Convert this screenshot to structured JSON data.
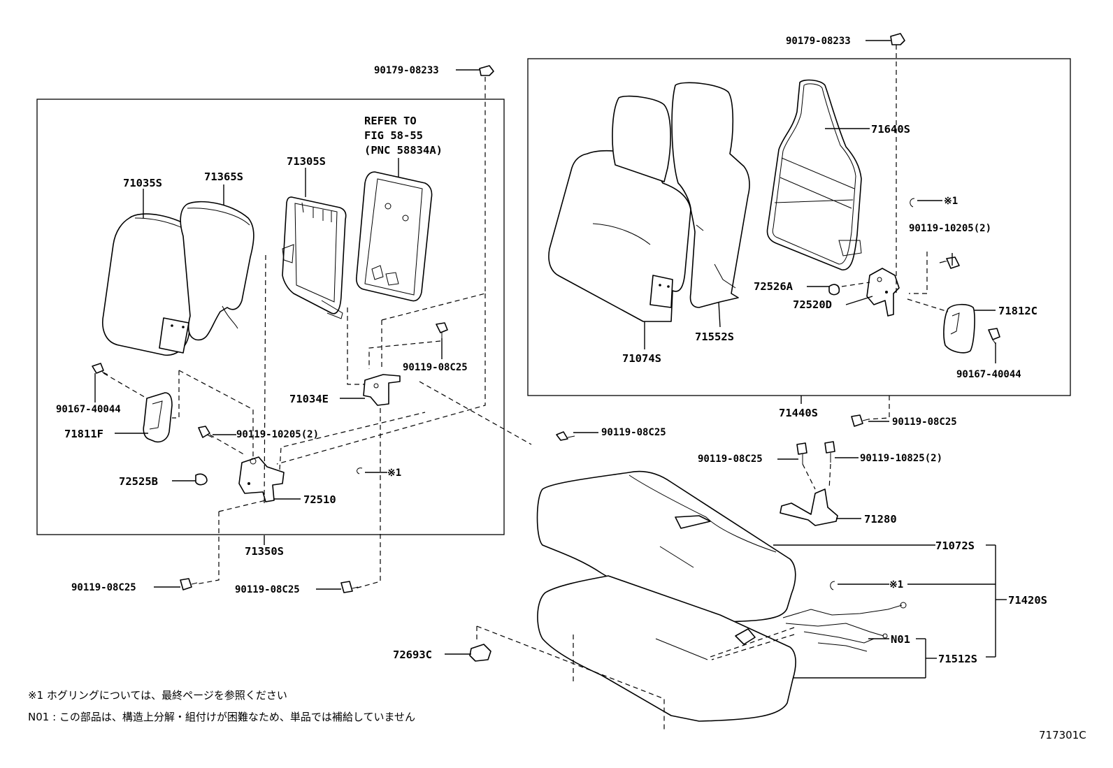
{
  "labels": {
    "p71035s": "71035S",
    "p71365s": "71365S",
    "p71305s": "71305S",
    "refer1": "REFER TO",
    "refer2": "FIG 58-55",
    "refer3": "(PNC 58834A)",
    "p90179_top_left": "90179-08233",
    "p90179_top_right": "90179-08233",
    "p71640s": "71640S",
    "ring_r": "※1",
    "p90119_10205_r": "90119-10205(2)",
    "p72526a": "72526A",
    "p72520d": "72520D",
    "p71812c": "71812C",
    "p90167_r": "90167-40044",
    "p71074s": "71074S",
    "p71552s": "71552S",
    "p71440s": "71440S",
    "p90119_08c25_r": "90119-08C25",
    "p90119_08c25_mid": "90119-08C25",
    "p90119_08c25_bracket": "90119-08C25",
    "p90119_10825": "90119-10825(2)",
    "p71280": "71280",
    "p71072s": "71072S",
    "ring_c": "※1",
    "p71420s": "71420S",
    "pN01": "N01",
    "p71512s": "71512S",
    "p72693c": "72693C",
    "p90167_l": "90167-40044",
    "p71811f": "71811F",
    "p90119_10205_l": "90119-10205(2)",
    "p72525b": "72525B",
    "p72510": "72510",
    "ring_l": "※1",
    "p71034e": "71034E",
    "p90119_08c25_upper": "90119-08C25",
    "p71350s": "71350S",
    "p90119_08c25_bl": "90119-08C25",
    "p90119_08c25_bc": "90119-08C25"
  },
  "notes": {
    "note1": "※1  ホグリングについては、最終ページを参照ください",
    "note2": "N01 : この部品は、構造上分解・組付けが困難なため、単品では補給していません"
  },
  "figure_id": "717301C"
}
